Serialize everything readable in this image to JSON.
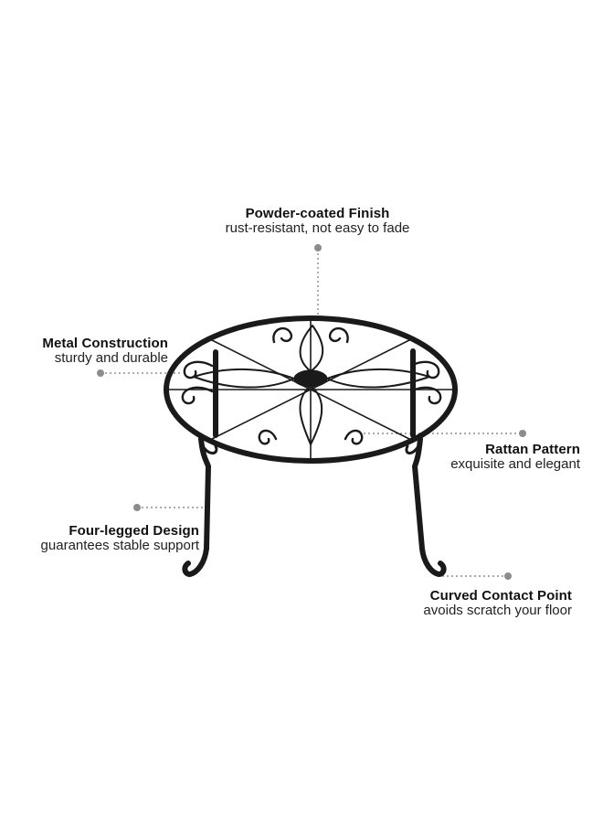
{
  "callouts": {
    "powder": {
      "title": "Powder-coated Finish",
      "subtitle": "rust-resistant, not easy to fade"
    },
    "metal": {
      "title": "Metal Construction",
      "subtitle": "sturdy and durable"
    },
    "rattan": {
      "title": "Rattan Pattern",
      "subtitle": "exquisite and elegant"
    },
    "four": {
      "title": "Four-legged Design",
      "subtitle": "guarantees stable support"
    },
    "curved": {
      "title": "Curved Contact Point",
      "subtitle": "avoids scratch your floor"
    }
  },
  "colors": {
    "metal": "#1a1a1a",
    "leader": "#777777",
    "dot": "#8c8c8c",
    "text": "#111111"
  }
}
